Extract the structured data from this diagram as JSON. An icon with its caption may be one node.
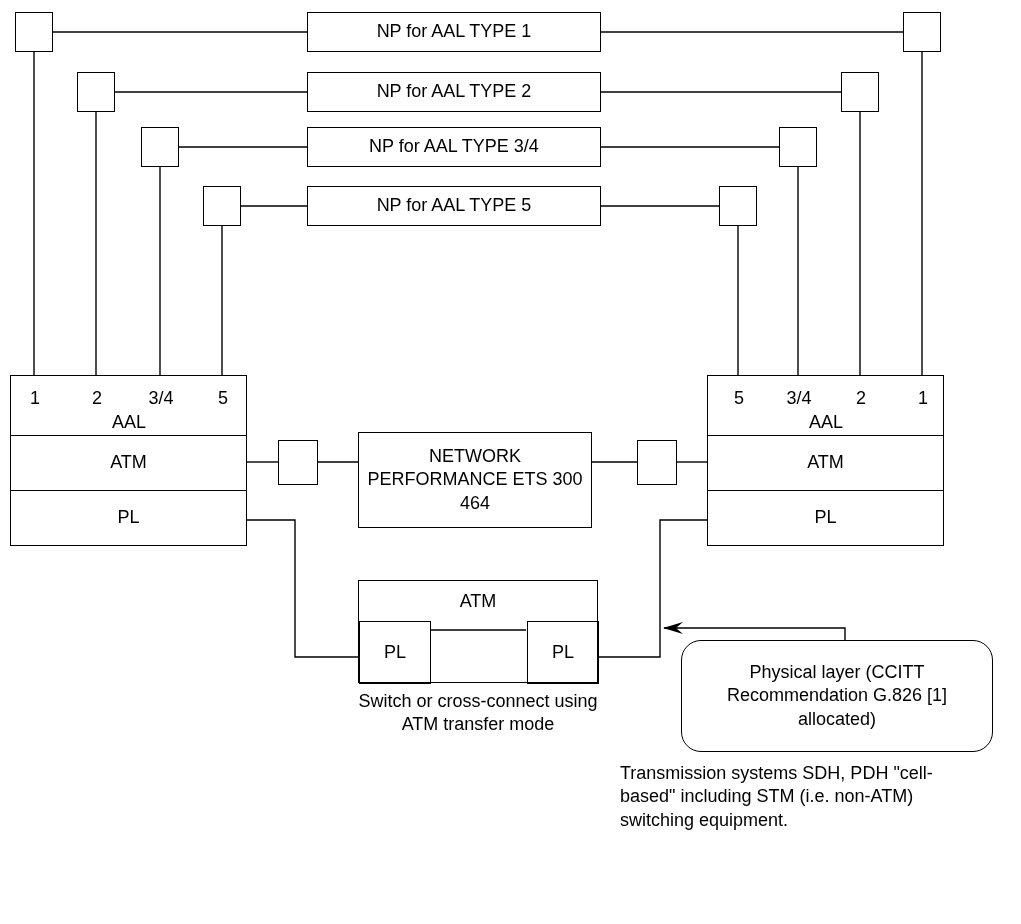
{
  "diagram": {
    "nodes": [
      {
        "text": [],
        "shape": "box"
      },
      {
        "text": [
          "NP for  AAL TYPE 1"
        ]
      },
      {
        "text": [],
        "shape": "box"
      },
      {
        "text": [],
        "shape": "box"
      },
      {
        "text": [
          "NP for AAL TYPE 2"
        ]
      },
      {
        "text": [],
        "shape": "box"
      },
      {
        "text": [],
        "shape": "box"
      },
      {
        "text": [
          "NP for AAL TYPE 3/4"
        ]
      },
      {
        "text": [],
        "shape": "box"
      },
      {
        "text": [],
        "shape": "box"
      },
      {
        "text": [
          "NP for AAL TYPE 5"
        ]
      },
      {
        "text": [],
        "shape": "box"
      },
      {
        "text": [
          "1",
          "2",
          "3/4",
          "5",
          "AAL"
        ]
      },
      {
        "text": [
          "ATM"
        ]
      },
      {
        "text": [
          "PL"
        ]
      },
      {
        "text": [],
        "shape": "box"
      },
      {
        "text": [
          "NETWORK PERFORMANCE ETS 300 464"
        ]
      },
      {
        "text": [],
        "shape": "box"
      },
      {
        "text": [
          "5",
          "3/4",
          "2",
          "1",
          "AAL"
        ]
      },
      {
        "text": [
          "ATM"
        ]
      },
      {
        "text": [
          "PL"
        ]
      },
      {
        "text": [
          "ATM"
        ],
        "beside": [
          "Switch or cross-connect using ATM transfer mode"
        ]
      },
      {
        "text": [
          "PL"
        ],
        "in": 21
      },
      {
        "text": [
          "PL"
        ],
        "in": 21
      },
      {
        "text": [
          "Physical layer (CCITT Recommendation G.826 [1] allocated)"
        ],
        "beside": [
          "Transmission systems SDH, PDH \"cell-based\" including STM (i.e. non-ATM) switching equipment."
        ]
      }
    ],
    "edges": [
      {
        "from": 0,
        "to": 1,
        "arrow": "none"
      },
      {
        "from": 1,
        "to": 2,
        "arrow": "none"
      },
      {
        "from": 0,
        "to": 12,
        "arrow": "none"
      },
      {
        "from": 2,
        "to": 18,
        "arrow": "none"
      },
      {
        "from": 3,
        "to": 4,
        "arrow": "none"
      },
      {
        "from": 4,
        "to": 5,
        "arrow": "none"
      },
      {
        "from": 3,
        "to": 12,
        "arrow": "none"
      },
      {
        "from": 5,
        "to": 18,
        "arrow": "none"
      },
      {
        "from": 6,
        "to": 7,
        "arrow": "none"
      },
      {
        "from": 7,
        "to": 8,
        "arrow": "none"
      },
      {
        "from": 6,
        "to": 12,
        "arrow": "none"
      },
      {
        "from": 8,
        "to": 18,
        "arrow": "none"
      },
      {
        "from": 9,
        "to": 10,
        "arrow": "none"
      },
      {
        "from": 10,
        "to": 11,
        "arrow": "none"
      },
      {
        "from": 9,
        "to": 12,
        "arrow": "none"
      },
      {
        "from": 11,
        "to": 18,
        "arrow": "none"
      },
      {
        "from": 13,
        "to": 15,
        "arrow": "none"
      },
      {
        "from": 15,
        "to": 16,
        "arrow": "none"
      },
      {
        "from": 16,
        "to": 17,
        "arrow": "none"
      },
      {
        "from": 17,
        "to": 19,
        "arrow": "none"
      },
      {
        "from": 14,
        "to": 22,
        "arrow": "none"
      },
      {
        "from": 22,
        "to": 23,
        "arrow": "none"
      },
      {
        "from": 23,
        "to": 20,
        "arrow": "none"
      },
      {
        "from": 24,
        "to": null,
        "arrow": "to"
      }
    ]
  }
}
